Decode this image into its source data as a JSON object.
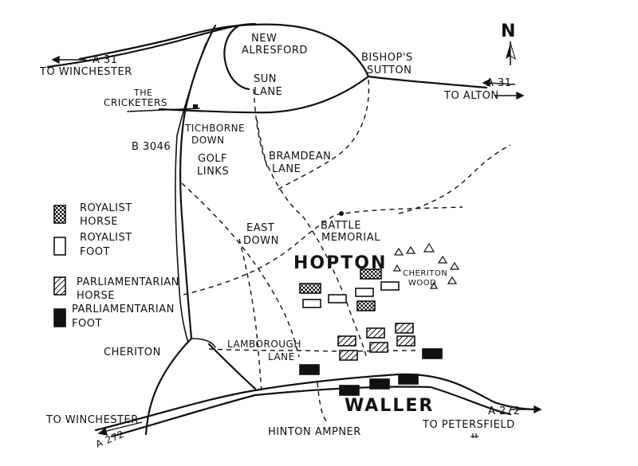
{
  "north": "N",
  "places": {
    "new_alresford_1": "NEW",
    "new_alresford_2": "ALRESFORD",
    "bishops_sutton_1": "BISHOP'S",
    "bishops_sutton_2": "SUTTON",
    "sun_lane_1": "SUN",
    "sun_lane_2": "LANE",
    "cricketers_1": "THE",
    "cricketers_2": "CRICKETERS",
    "tichborne_1": "TICHBORNE",
    "tichborne_2": "DOWN",
    "golf_1": "GOLF",
    "golf_2": "LINKS",
    "bramdean_1": "BRAMDEAN",
    "bramdean_2": "LANE",
    "east_down_1": "EAST",
    "east_down_2": "DOWN",
    "battle_1": "BATTLE",
    "battle_2": "MEMORIAL",
    "cheriton_wood_1": "CHERITON",
    "cheriton_wood_2": "WOOD",
    "cheriton": "CHERITON",
    "lamborough_1": "LAMBOROUGH",
    "lamborough_2": "LANE",
    "hinton": "HINTON AMPNER",
    "b3046": "B 3046"
  },
  "roads": {
    "a31_west_1": "A 31",
    "a31_west_2": "TO WINCHESTER",
    "a31_east_1": "A 31",
    "a31_east_2": "TO ALTON",
    "a272_west_1": "TO WINCHESTER",
    "a272_west_2": "A 272",
    "a272_east_1": "A 272",
    "a272_east_2": "TO PETERSFIELD"
  },
  "commanders": {
    "royalist": "HOPTON",
    "parliamentarian": "WALLER"
  },
  "legend": {
    "royalist_horse_1": "ROYALIST",
    "royalist_horse_2": "HORSE",
    "royalist_foot_1": "ROYALIST",
    "royalist_foot_2": "FOOT",
    "parl_horse_1": "PARLIAMENTARIAN",
    "parl_horse_2": "HORSE",
    "parl_foot_1": "PARLIAMENTARIAN",
    "parl_foot_2": "FOOT"
  },
  "colors": {
    "ink": "#111111",
    "paper": "#ffffff"
  }
}
